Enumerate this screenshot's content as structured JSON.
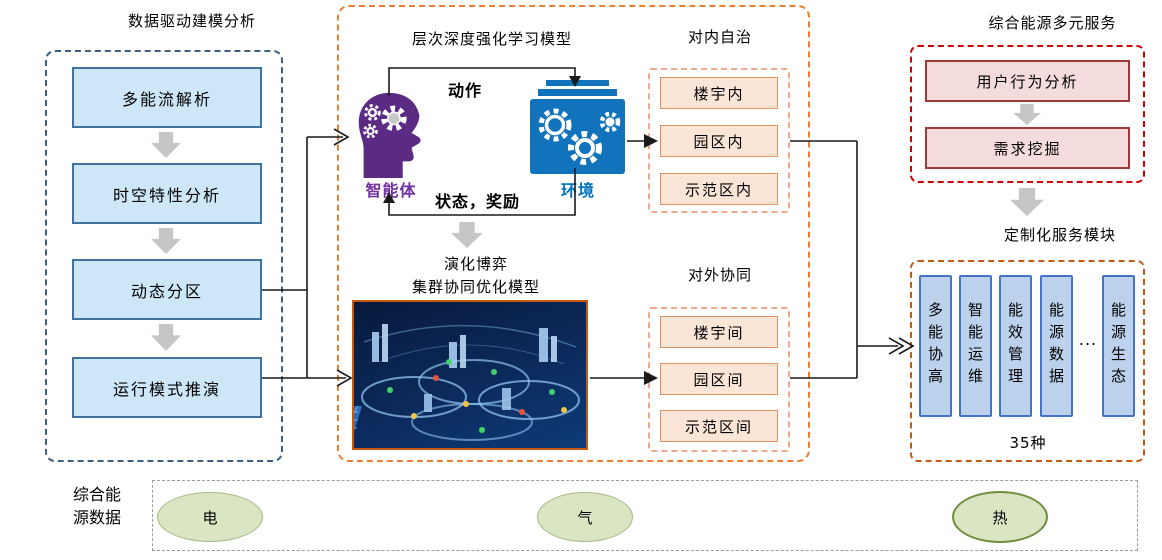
{
  "colors": {
    "left_box_fill": "#CDE7F8",
    "left_box_border": "#41719C",
    "left_container_border": "#3D6080",
    "middle_container_border": "#ED7D31",
    "inner_dashed_border": "#EFA98C",
    "orange_box_fill": "#FBE5D6",
    "orange_box_border": "#E2925E",
    "red_container_border": "#CC0000",
    "red_box_fill": "#F3DCDB",
    "red_box_border": "#9E3A39",
    "modules_container_border": "#BF5B16",
    "module_box_fill": "#BCD2EC",
    "module_box_border": "#4472C4",
    "ellipse_fill": "#D9E5C3",
    "ellipse_border": "#A8B887",
    "heat_ellipse_border": "#6F8F3E",
    "agent_purple": "#5B2A83",
    "agent_label_color": "#7030A0",
    "env_blue": "#1173BC",
    "env_label_color": "#0070C0",
    "gray_arrow": "#C6C6C6"
  },
  "left": {
    "title": "数据驱动建模分析",
    "steps": [
      "多能流解析",
      "时空特性分析",
      "动态分区",
      "运行模式推演"
    ]
  },
  "middle": {
    "rl_title": "层次深度强化学习模型",
    "action_label": "动作",
    "state_reward_label": "状态，奖励",
    "agent_label": "智能体",
    "env_label": "环境",
    "game_title_line1": "演化博弈",
    "game_title_line2": "集群协同优化模型",
    "internal": {
      "title": "对内自治",
      "items": [
        "楼宇内",
        "园区内",
        "示范区内"
      ]
    },
    "external": {
      "title": "对外协同",
      "items": [
        "楼宇间",
        "园区间",
        "示范区间"
      ]
    }
  },
  "right": {
    "services_title": "综合能源多元服务",
    "services": [
      "用户行为分析",
      "需求挖掘"
    ],
    "modules_title": "定制化服务模块",
    "modules": [
      "多能协高",
      "智能运维",
      "能效管理",
      "能源数据",
      "能源生态"
    ],
    "modules_ellipsis": "...",
    "modules_count": "35种"
  },
  "bottom": {
    "label_line1": "综合能",
    "label_line2": "源数据",
    "sources": [
      "电",
      "气",
      "热"
    ]
  }
}
